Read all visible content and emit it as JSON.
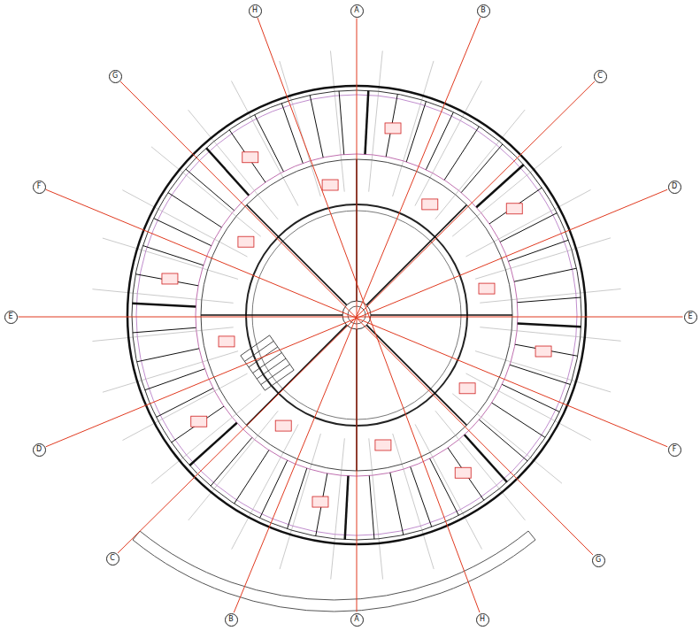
{
  "diagram": {
    "nodes": [
      {
        "text": [
          "H"
        ]
      },
      {
        "text": [
          "A"
        ]
      },
      {
        "text": [
          "B"
        ]
      },
      {
        "text": [
          "C"
        ]
      },
      {
        "text": [
          "D"
        ]
      },
      {
        "text": [
          "E"
        ]
      },
      {
        "text": [
          "F"
        ]
      },
      {
        "text": [
          "G"
        ]
      },
      {
        "text": [
          "H"
        ]
      },
      {
        "text": [
          "A"
        ]
      },
      {
        "text": [
          "B"
        ]
      },
      {
        "text": [
          "C"
        ]
      },
      {
        "text": [
          "D"
        ]
      },
      {
        "text": [
          "E"
        ]
      },
      {
        "text": [
          "F"
        ]
      },
      {
        "text": [
          "G"
        ]
      }
    ],
    "edges": [
      {
        "from": 1,
        "to": 9,
        "arrow": "none"
      },
      {
        "from": 2,
        "to": 10,
        "arrow": "none"
      },
      {
        "from": 3,
        "to": 11,
        "arrow": "none"
      },
      {
        "from": 4,
        "to": 12,
        "arrow": "none"
      },
      {
        "from": 5,
        "to": 13,
        "arrow": "none"
      },
      {
        "from": 6,
        "to": 14,
        "arrow": "none"
      },
      {
        "from": 7,
        "to": 15,
        "arrow": "none"
      },
      {
        "from": 0,
        "to": 8,
        "arrow": "none"
      }
    ]
  }
}
